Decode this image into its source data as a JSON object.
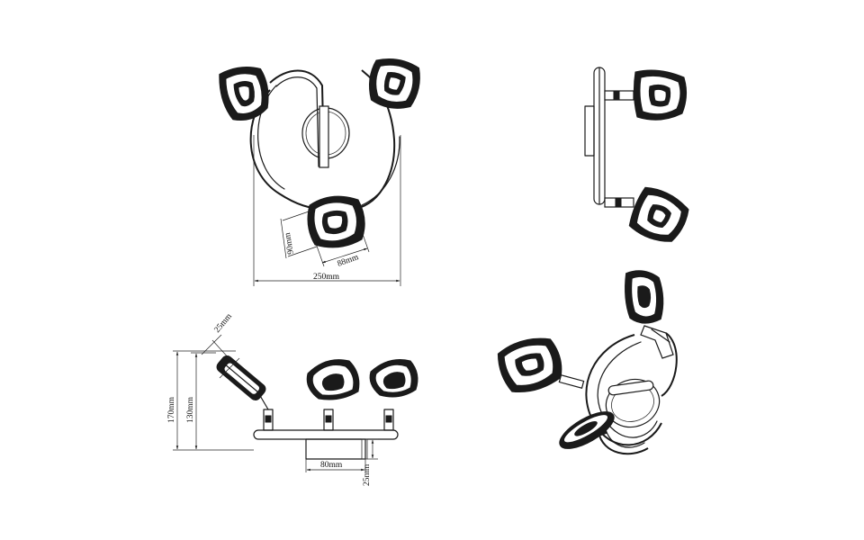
{
  "dimensions": {
    "front_width": "250mm",
    "head_height": "90mm",
    "head_width": "88mm",
    "side_total_height": "170mm",
    "side_lamp_height": "130mm",
    "spot_depth": "25mm",
    "base_width": "80mm",
    "base_depth": "25mm"
  }
}
